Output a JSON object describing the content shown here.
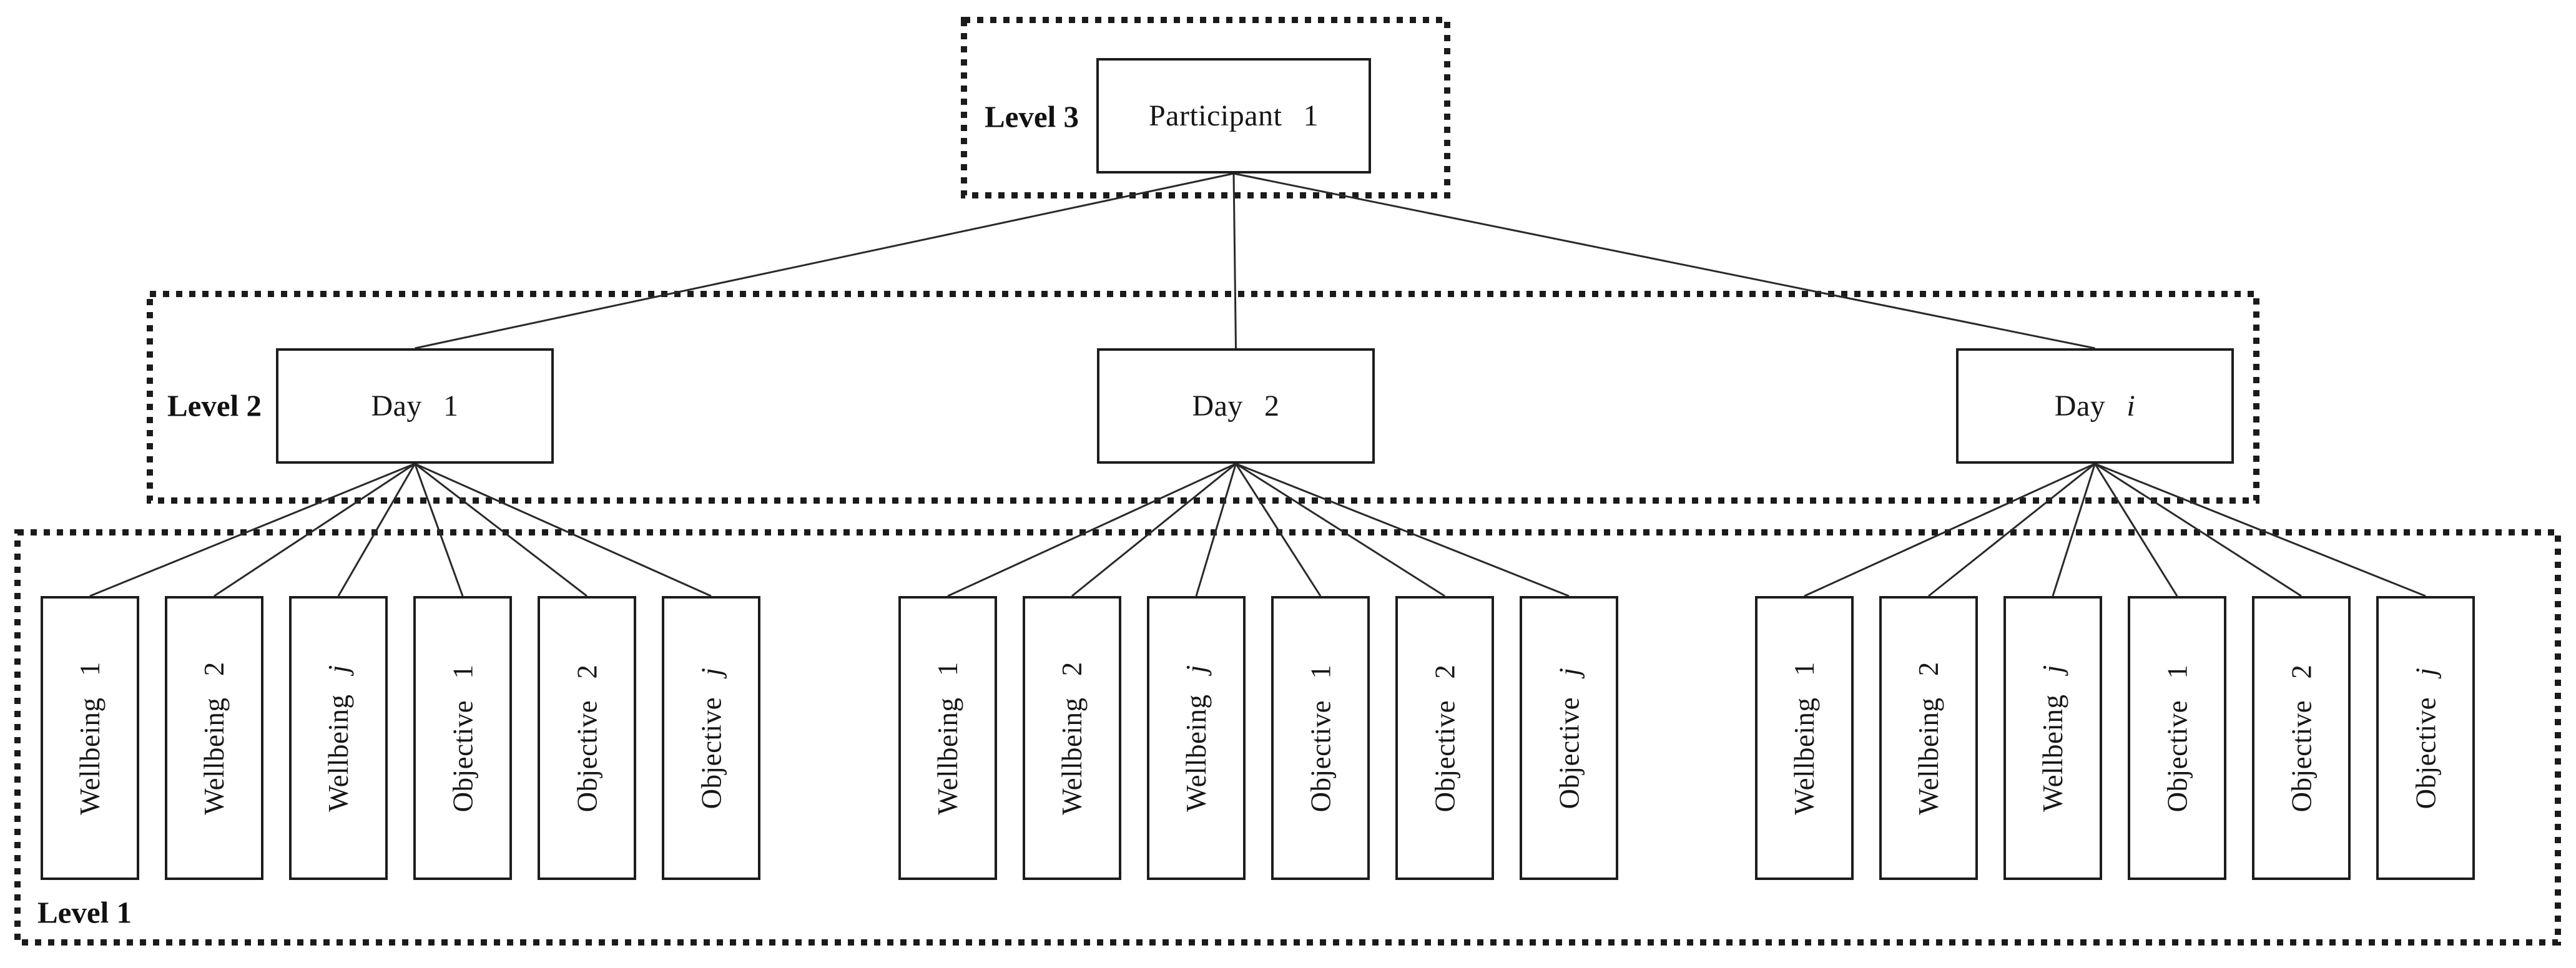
{
  "figure": {
    "colors": {
      "ink": "#1b1b1b",
      "line": "#2a2a2a",
      "background": "#ffffff"
    },
    "levels": [
      {
        "caption": "Level 3",
        "nodes": [
          "Participant 1"
        ]
      },
      {
        "caption": "Level 2",
        "nodes": [
          "Day 1",
          "Day 2",
          "Day i"
        ]
      },
      {
        "caption": "Level 1",
        "groups": [
          [
            "Wellbeing 1",
            "Wellbeing 2",
            "Wellbeing j",
            "Objective 1",
            "Objective 2",
            "Objective j"
          ],
          [
            "Wellbeing 1",
            "Wellbeing 2",
            "Wellbeing j",
            "Objective 1",
            "Objective 2",
            "Objective j"
          ],
          [
            "Wellbeing 1",
            "Wellbeing 2",
            "Wellbeing j",
            "Objective 1",
            "Objective 2",
            "Objective j"
          ]
        ]
      }
    ]
  }
}
